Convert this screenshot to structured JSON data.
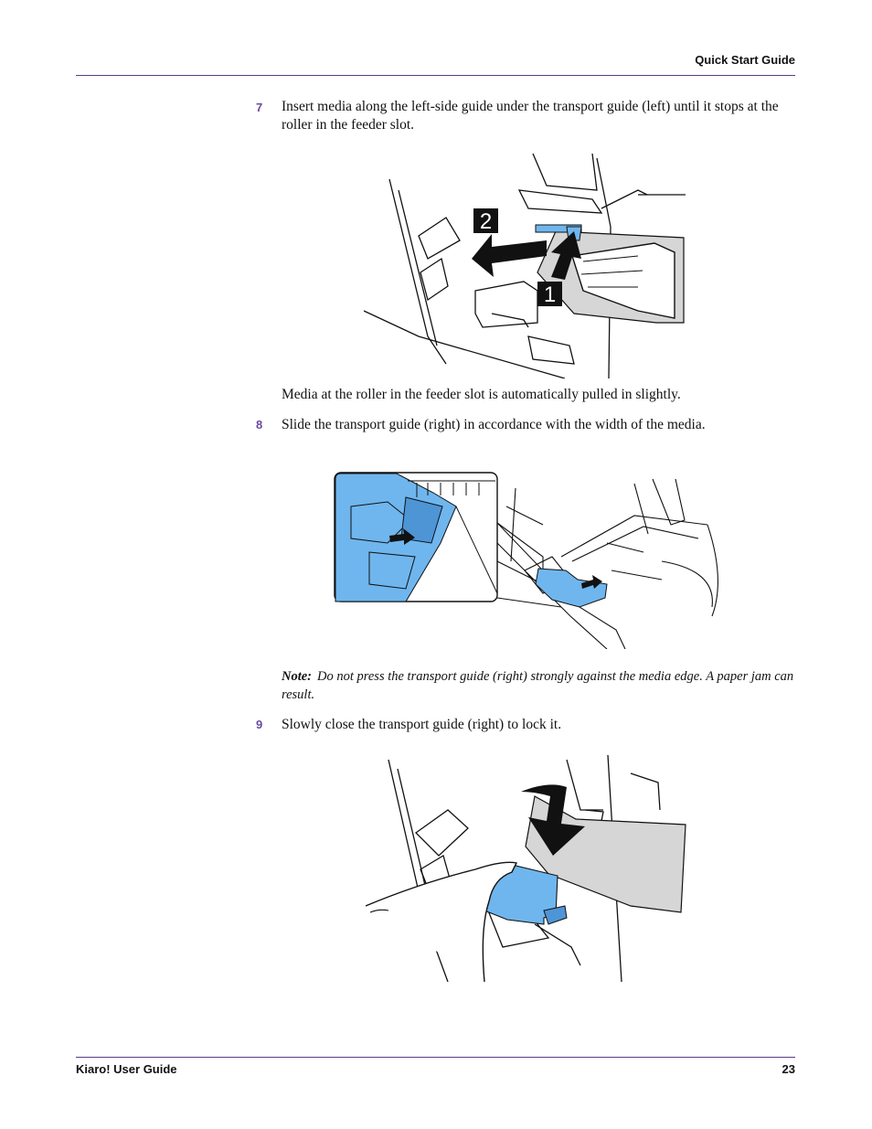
{
  "header": {
    "title": "Quick Start Guide"
  },
  "footer": {
    "doc_title": "Kiaro! User Guide",
    "page_number": "23"
  },
  "steps": [
    {
      "number": "7",
      "text": "Insert media along the left-side guide under the transport guide (left) until it stops at the roller in the feeder slot."
    },
    {
      "number": "8",
      "text": "Slide the transport guide (right) in accordance with the width of the media."
    },
    {
      "number": "9",
      "text": "Slowly close the transport guide (right) to lock it."
    }
  ],
  "after_step7": "Media at the roller in the feeder slot is automatically pulled in slightly.",
  "note": {
    "label": "Note:",
    "text": "Do not press the transport guide (right) strongly against the media edge. A paper jam can result."
  },
  "figure1": {
    "callout_1": "1",
    "callout_2": "2"
  },
  "colors": {
    "accent": "#6a4aa0",
    "rule": "#5b3b8c",
    "part_blue": "#6fb6ee",
    "media_gray": "#d6d6d6"
  }
}
